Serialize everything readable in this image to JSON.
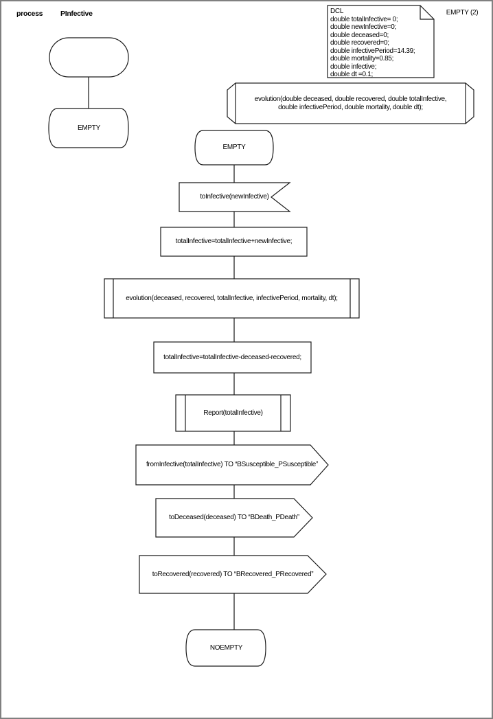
{
  "colors": {
    "page_border": "#808080",
    "symbol_stroke": "#1a1a1a",
    "flowline": "#4f4f4f",
    "text": "#000000",
    "background": "#ffffff"
  },
  "header": {
    "kind": "process",
    "process_name": "PInfective",
    "page_label": "EMPTY (2)"
  },
  "declarations": {
    "dcl_text": "DCL\ndouble totalInfective= 0;\ndouble newInfective=0;\ndouble deceased=0;\ndouble recovered=0;\ndouble infectivePeriod=14.39;\ndouble mortality=0.85;\ndouble infective;\ndouble dt =0.1;"
  },
  "procedure_declaration": {
    "text": "evolution(double deceased, double recovered, double totalInfective,\ndouble infectivePeriod, double mortality, double dt);"
  },
  "flow": {
    "state_start_left": "EMPTY",
    "state_start_main": "EMPTY",
    "input_signal": "toInfective(newInfective)",
    "task_accumulate": "totalInfective=totalInfective+newInfective;",
    "call_evolution": "evolution(deceased, recovered, totalInfective, infectivePeriod, mortality, dt);",
    "task_decrease": "totalInfective=totalInfective-deceased-recovered;",
    "call_report": "Report(totalInfective)",
    "output_from_infective": "fromInfective(totalInfective) TO “BSusceptible_PSusceptible”",
    "output_to_deceased": "toDeceased(deceased) TO “BDeath_PDeath”",
    "output_to_recovered": "toRecovered(recovered) TO “BRecovered_PRecovered”",
    "state_next": "NOEMPTY"
  }
}
